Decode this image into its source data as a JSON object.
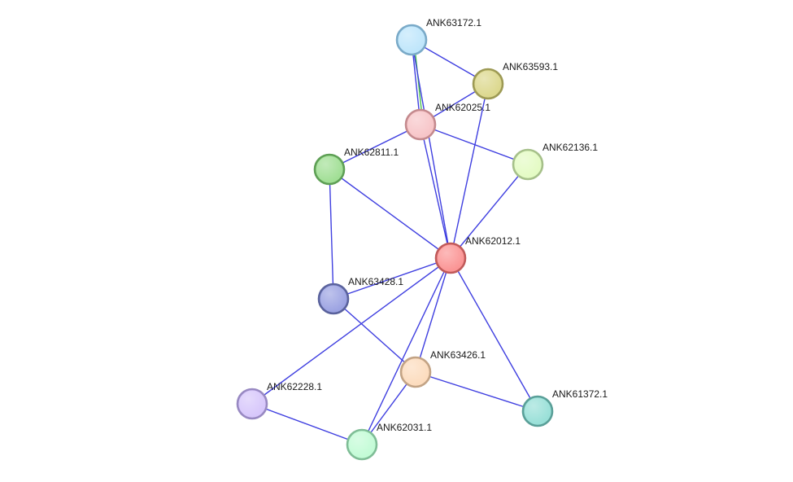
{
  "network": {
    "nodes": [
      {
        "id": "ANK63172.1",
        "label": "ANK63172.1",
        "fill": "#bfe6fb",
        "stroke": "#7aaac8"
      },
      {
        "id": "ANK63593.1",
        "label": "ANK63593.1",
        "fill": "#dcd88e",
        "stroke": "#9d9a55"
      },
      {
        "id": "ANK62025.1",
        "label": "ANK62025.1",
        "fill": "#f7c5c8",
        "stroke": "#c48a8e"
      },
      {
        "id": "ANK62811.1",
        "label": "ANK62811.1",
        "fill": "#a1df95",
        "stroke": "#5e9f55"
      },
      {
        "id": "ANK62136.1",
        "label": "ANK62136.1",
        "fill": "#e4fbc4",
        "stroke": "#a6c08a"
      },
      {
        "id": "ANK62012.1",
        "label": "ANK62012.1",
        "fill": "#fb9595",
        "stroke": "#c05a5a"
      },
      {
        "id": "ANK63428.1",
        "label": "ANK63428.1",
        "fill": "#9ca3e2",
        "stroke": "#5a629c"
      },
      {
        "id": "ANK63426.1",
        "label": "ANK63426.1",
        "fill": "#fcdcbe",
        "stroke": "#c2a385"
      },
      {
        "id": "ANK62228.1",
        "label": "ANK62228.1",
        "fill": "#d7c7fb",
        "stroke": "#9889c2"
      },
      {
        "id": "ANK61372.1",
        "label": "ANK61372.1",
        "fill": "#99e0d8",
        "stroke": "#5a9f98"
      },
      {
        "id": "ANK62031.1",
        "label": "ANK62031.1",
        "fill": "#c3fbd6",
        "stroke": "#7fbd96"
      }
    ],
    "edges": [
      {
        "source": "ANK63172.1",
        "target": "ANK62025.1",
        "color": "#3f3fe0",
        "offset": 0
      },
      {
        "source": "ANK63172.1",
        "target": "ANK62025.1",
        "color": "#4cc24c",
        "offset": -3
      },
      {
        "source": "ANK63172.1",
        "target": "ANK63593.1",
        "color": "#3f3fe0",
        "offset": 0
      },
      {
        "source": "ANK63172.1",
        "target": "ANK62012.1",
        "color": "#3f3fe0",
        "offset": 0
      },
      {
        "source": "ANK63593.1",
        "target": "ANK62025.1",
        "color": "#3f3fe0",
        "offset": 0
      },
      {
        "source": "ANK63593.1",
        "target": "ANK62012.1",
        "color": "#3f3fe0",
        "offset": 0
      },
      {
        "source": "ANK62025.1",
        "target": "ANK62811.1",
        "color": "#3f3fe0",
        "offset": 0
      },
      {
        "source": "ANK62025.1",
        "target": "ANK62136.1",
        "color": "#3f3fe0",
        "offset": 0
      },
      {
        "source": "ANK62025.1",
        "target": "ANK62012.1",
        "color": "#3f3fe0",
        "offset": 0
      },
      {
        "source": "ANK62811.1",
        "target": "ANK62012.1",
        "color": "#3f3fe0",
        "offset": 0
      },
      {
        "source": "ANK62811.1",
        "target": "ANK63428.1",
        "color": "#3f3fe0",
        "offset": 0
      },
      {
        "source": "ANK62136.1",
        "target": "ANK62012.1",
        "color": "#3f3fe0",
        "offset": 0
      },
      {
        "source": "ANK62012.1",
        "target": "ANK63428.1",
        "color": "#3f3fe0",
        "offset": 0
      },
      {
        "source": "ANK62012.1",
        "target": "ANK63426.1",
        "color": "#3f3fe0",
        "offset": 0
      },
      {
        "source": "ANK62012.1",
        "target": "ANK62228.1",
        "color": "#3f3fe0",
        "offset": 0
      },
      {
        "source": "ANK62012.1",
        "target": "ANK61372.1",
        "color": "#3f3fe0",
        "offset": 0
      },
      {
        "source": "ANK62012.1",
        "target": "ANK62031.1",
        "color": "#3f3fe0",
        "offset": 0
      },
      {
        "source": "ANK63428.1",
        "target": "ANK63426.1",
        "color": "#3f3fe0",
        "offset": 0
      },
      {
        "source": "ANK63426.1",
        "target": "ANK61372.1",
        "color": "#3f3fe0",
        "offset": 0
      },
      {
        "source": "ANK63426.1",
        "target": "ANK62031.1",
        "color": "#3f3fe0",
        "offset": 0
      },
      {
        "source": "ANK62228.1",
        "target": "ANK62031.1",
        "color": "#3f3fe0",
        "offset": 0
      }
    ]
  }
}
